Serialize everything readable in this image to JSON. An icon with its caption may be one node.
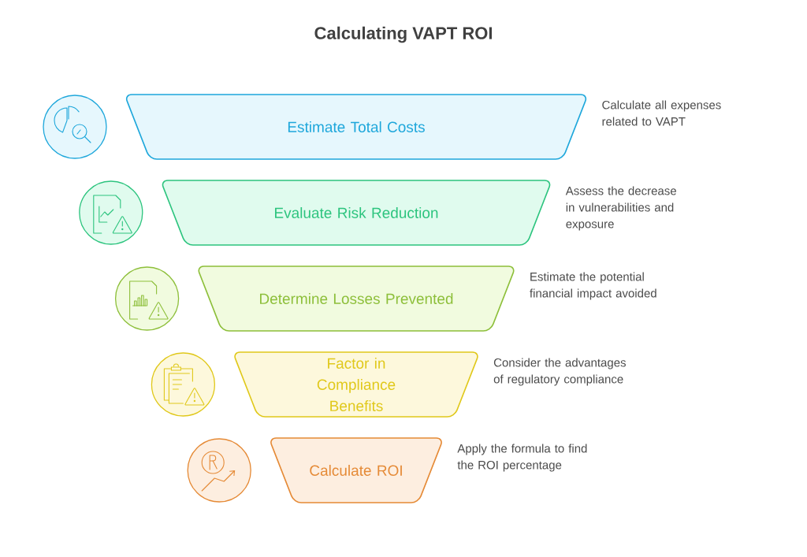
{
  "diagram": {
    "title": "Calculating VAPT ROI",
    "nodes": [
      {
        "text": [
          "Estimate Total Costs"
        ],
        "beside": [
          "Calculate all expenses related to VAPT"
        ]
      },
      {
        "text": [
          "Evaluate Risk Reduction"
        ],
        "beside": [
          "Assess the decrease in vulnerabilities and exposure"
        ]
      },
      {
        "text": [
          "Determine Losses Prevented"
        ],
        "beside": [
          "Estimate the potential financial impact avoided"
        ]
      },
      {
        "text": [
          "Factor in Compliance Benefits"
        ],
        "beside": [
          "Consider the advantages of regulatory compliance"
        ]
      },
      {
        "text": [
          "Calculate ROI"
        ],
        "beside": [
          "Apply the formula to find the ROI percentage"
        ]
      }
    ]
  }
}
